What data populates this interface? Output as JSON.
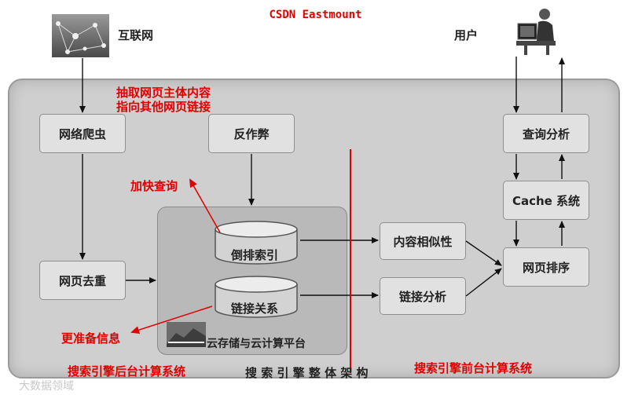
{
  "title": "CSDN Eastmount",
  "internet": {
    "label": "互联网",
    "icon": "network-globe-icon"
  },
  "user": {
    "label": "用户",
    "icon": "computer-user-icon"
  },
  "backend": {
    "crawler": "网络爬虫",
    "dedup": "网页去重",
    "antispam": "反作弊",
    "inverted_index": "倒排索引",
    "link_relation": "链接关系",
    "storage_platform": "云存储与云计算平台"
  },
  "frontend": {
    "query_analysis": "查询分析",
    "cache": "Cache 系统",
    "ranking": "网页排序",
    "content_similarity": "内容相似性",
    "link_analysis": "链接分析"
  },
  "annotations": {
    "extract_main": "抽取网页主体内容",
    "point_links": "指向其他网页链接",
    "speed_query": "加快查询",
    "accurate_info": "更准备信息",
    "backend_system": "搜索引擎后台计算系统",
    "frontend_system": "搜索引擎前台计算系统",
    "architecture": "搜 索 引 擎 整 体 架 构"
  },
  "watermark": "大数据领域",
  "colors": {
    "annotation": "#e00000",
    "panel": "#cfcfcf",
    "box": "#e1e1e1"
  }
}
